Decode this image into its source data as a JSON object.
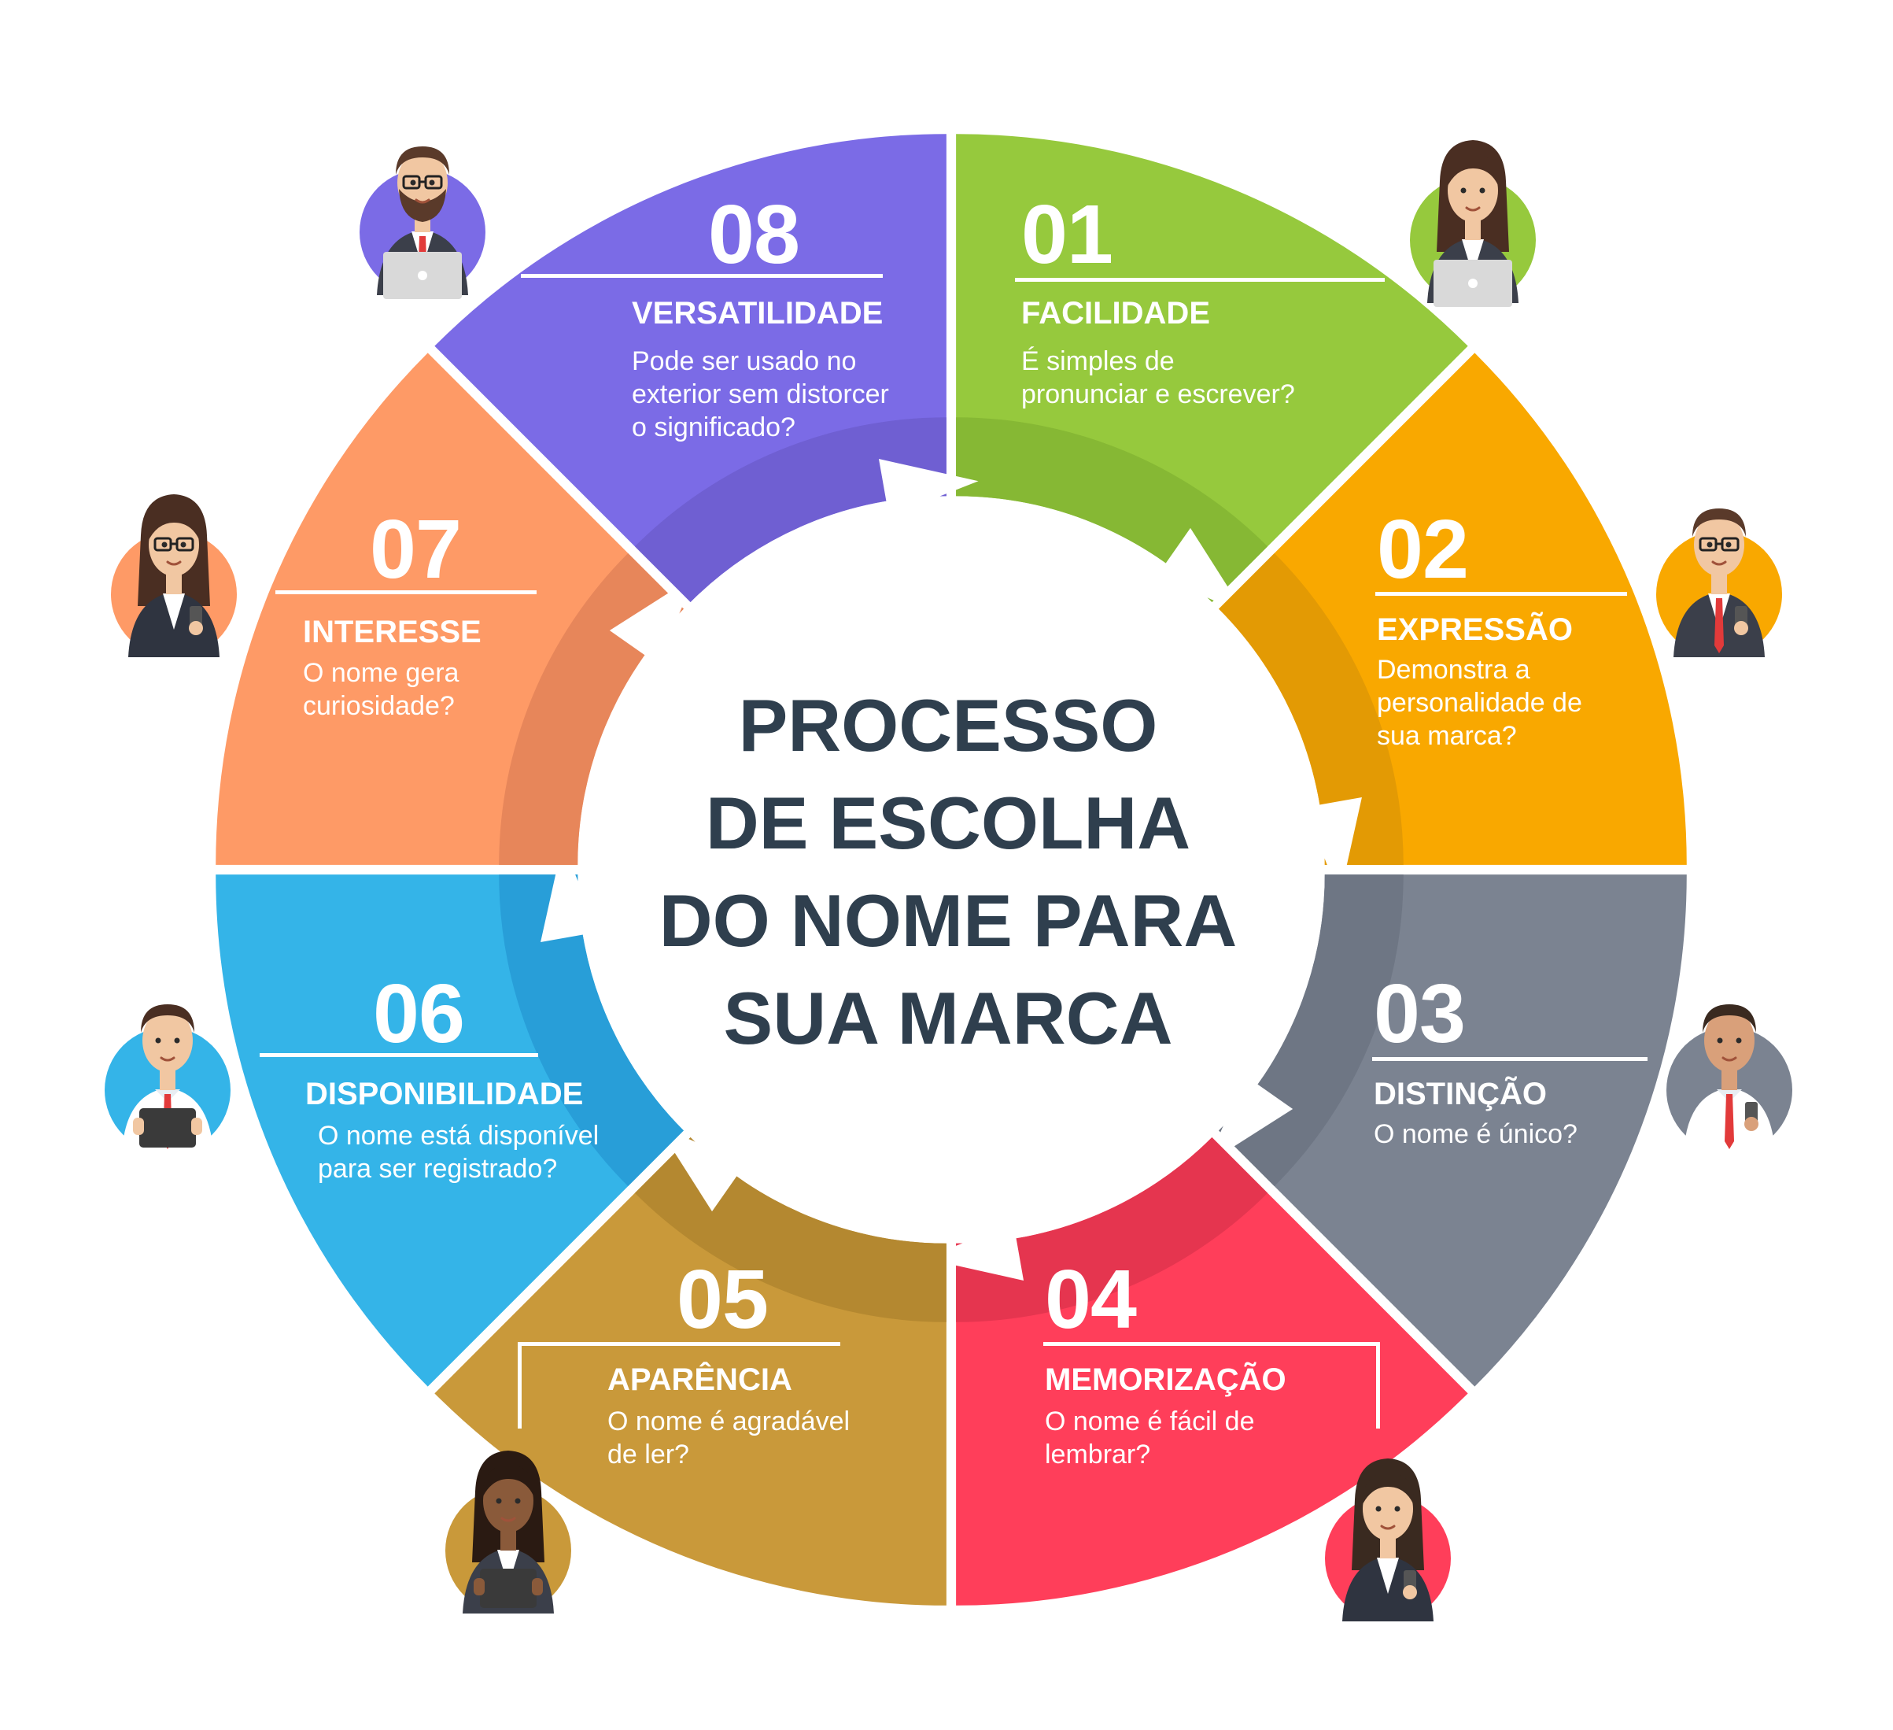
{
  "title": "PROCESSO\nDE ESCOLHA\nDO NOME PARA\nSUA MARCA",
  "colors": {
    "center_text": "#2f3f4e",
    "background": "#ffffff"
  },
  "segments": [
    {
      "number": "01",
      "title": "FACILIDADE",
      "desc": "É simples de\npronunciar e escrever?",
      "color": "#96c93d",
      "shade": "#86b834",
      "avatar": {
        "bg": "#96c93d",
        "gender": "female",
        "hair": "#4a2e22",
        "skin": "#f1c7a2",
        "suit": "#3b3f4a",
        "prop": "laptop"
      }
    },
    {
      "number": "02",
      "title": "EXPRESSÃO",
      "desc": "Demonstra a\npersonalidade de\nsua marca?",
      "color": "#f9a800",
      "shade": "#e39a04",
      "avatar": {
        "bg": "#f9a800",
        "gender": "male",
        "hair": "#5a3a2a",
        "skin": "#f1c7a2",
        "suit": "#3b3f4a",
        "prop": "phone",
        "glasses": true
      }
    },
    {
      "number": "03",
      "title": "DISTINÇÃO",
      "desc": "O nome é único?",
      "color": "#7b8391",
      "shade": "#6e7684",
      "avatar": {
        "bg": "#7b8391",
        "gender": "male",
        "hair": "#3a2a20",
        "skin": "#d9a07a",
        "suit": "#ffffff",
        "prop": "phone"
      }
    },
    {
      "number": "04",
      "title": "MEMORIZAÇÃO",
      "desc": "O nome é fácil de\nlembrar?",
      "color": "#ff3e5a",
      "shade": "#e5354f",
      "avatar": {
        "bg": "#ff3e5a",
        "gender": "female",
        "hair": "#3a2a20",
        "skin": "#f1c7a2",
        "suit": "#2f3440",
        "prop": "phone"
      }
    },
    {
      "number": "05",
      "title": "APARÊNCIA",
      "desc": "O nome é agradável\nde ler?",
      "color": "#c9993a",
      "shade": "#b48830",
      "avatar": {
        "bg": "#c9993a",
        "gender": "female",
        "hair": "#2a1a12",
        "skin": "#8a5a3a",
        "suit": "#3b3f4a",
        "prop": "tablet"
      }
    },
    {
      "number": "06",
      "title": "DISPONIBILIDADE",
      "desc": "O nome está disponível\npara ser registrado?",
      "color": "#34b4e8",
      "shade": "#289ed8",
      "avatar": {
        "bg": "#34b4e8",
        "gender": "male",
        "hair": "#4a2e22",
        "skin": "#f1c7a2",
        "suit": "#ffffff",
        "prop": "tablet"
      }
    },
    {
      "number": "07",
      "title": "INTERESSE",
      "desc": "O nome gera\ncuriosidade?",
      "color": "#fe9a66",
      "shade": "#e7865a",
      "avatar": {
        "bg": "#fe9a66",
        "gender": "female",
        "hair": "#4a2e22",
        "skin": "#f1c7a2",
        "suit": "#2f3440",
        "prop": "phone",
        "glasses": true
      }
    },
    {
      "number": "08",
      "title": "VERSATILIDADE",
      "desc": "Pode ser usado no\nexterior sem distorcer\no significado?",
      "color": "#7b6be6",
      "shade": "#6f5fd2",
      "avatar": {
        "bg": "#7b6be6",
        "gender": "male",
        "hair": "#5a3a2a",
        "skin": "#f1c7a2",
        "suit": "#3b3f4a",
        "prop": "laptop",
        "glasses": true,
        "beard": true
      }
    }
  ]
}
